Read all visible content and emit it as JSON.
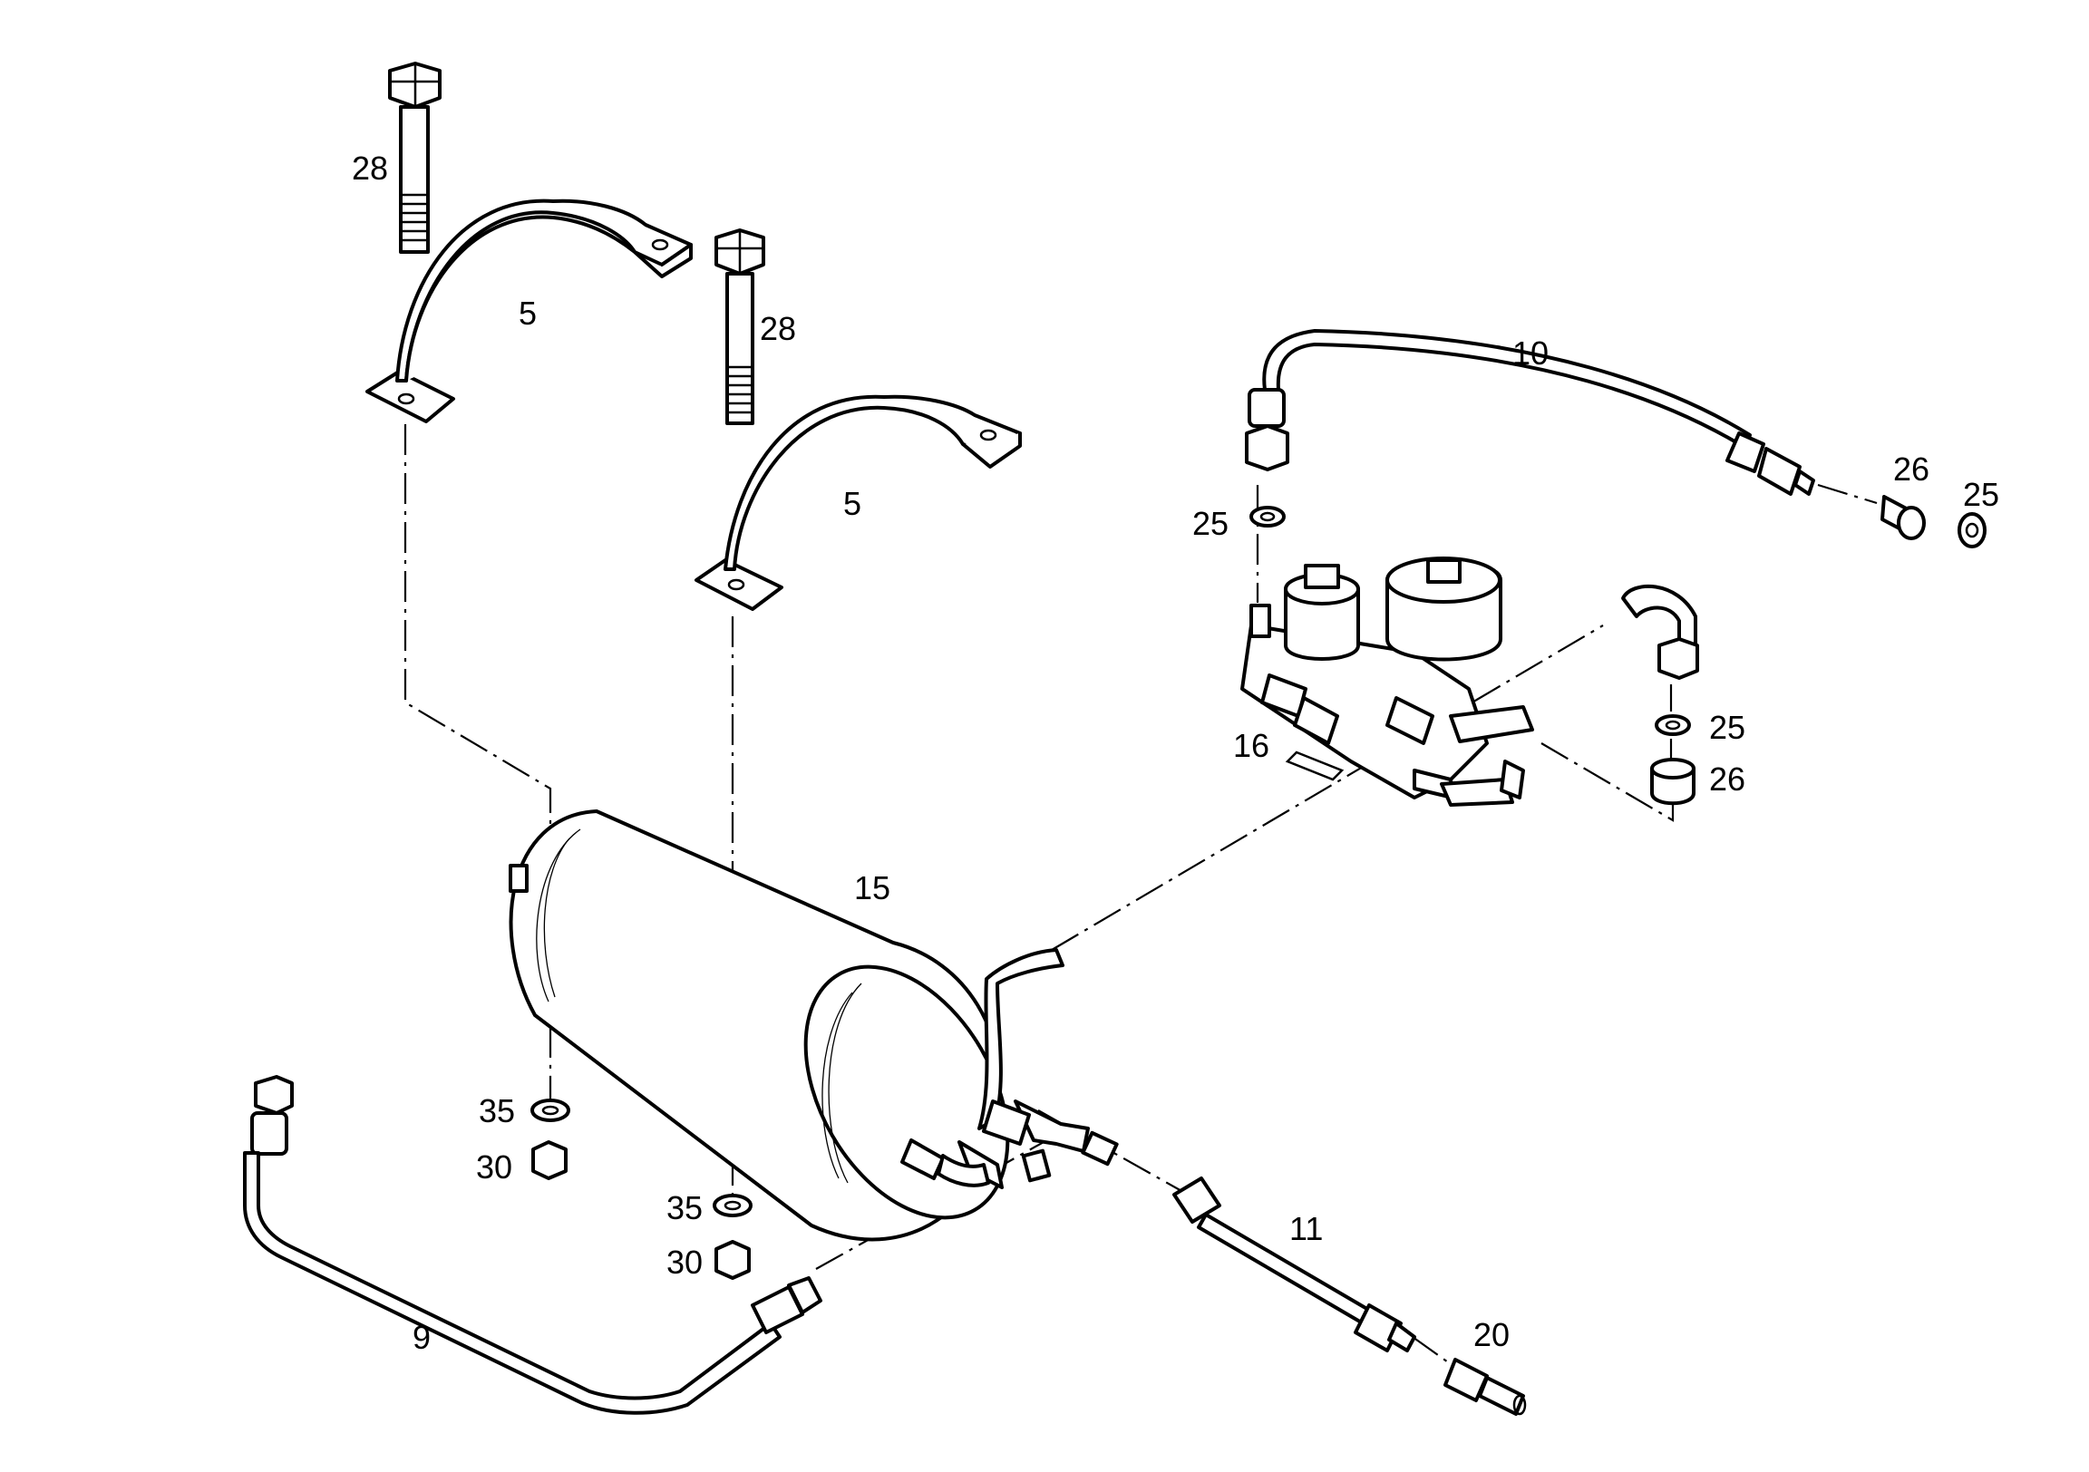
{
  "callouts": {
    "c5a": "5",
    "c5b": "5",
    "c9": "9",
    "c10": "10",
    "c11": "11",
    "c15": "15",
    "c16": "16",
    "c20": "20",
    "c25a": "25",
    "c25b": "25",
    "c25c": "25",
    "c26a": "26",
    "c26b": "26",
    "c28a": "28",
    "c28b": "28",
    "c30a": "30",
    "c30b": "30",
    "c35a": "35",
    "c35b": "35"
  }
}
